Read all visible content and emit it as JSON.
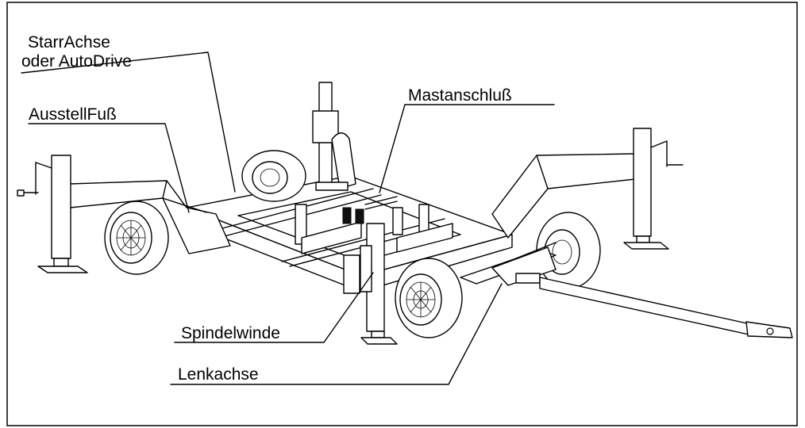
{
  "labels": {
    "starr_achse_line1": "StarrAchse",
    "starr_achse_line2": "oder AutoDrive",
    "ausstell_fuss": "AusstellFuß",
    "mastanschluss": "Mastanschluß",
    "spindelwinde": "Spindelwinde",
    "lenkachse": "Lenkachse"
  },
  "colors": {
    "line": "#000000",
    "background": "#ffffff"
  }
}
